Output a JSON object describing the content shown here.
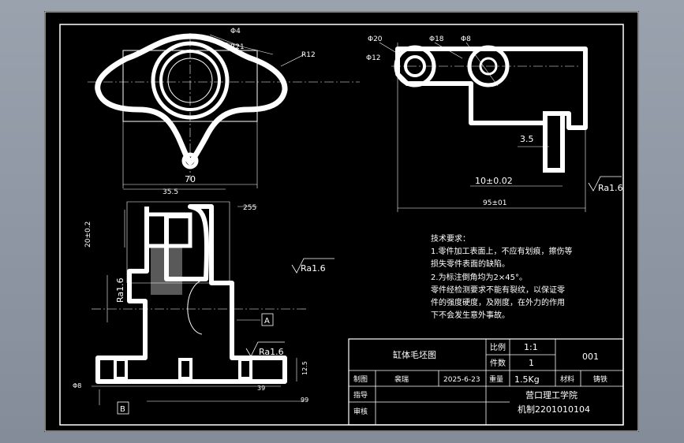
{
  "dims": {
    "phi4": "Φ4",
    "r21": "R21",
    "r12": "R12",
    "w70": "70",
    "d20": "Φ20",
    "d18": "Φ18",
    "d8": "Φ8",
    "d12": "Φ12",
    "d35": "3.5",
    "tol": "10±0.02",
    "len95": "95±01",
    "d355": "35.5",
    "d255": "255",
    "h20": "20±0.2",
    "d8b": "Φ8",
    "d39": "39",
    "d99": "99",
    "d125": "12.5"
  },
  "roughness": {
    "r1": "Ra1.6",
    "r2": "Ra1.6",
    "r3": "Ra1.6"
  },
  "datums": {
    "a": "A",
    "b": "B"
  },
  "notes": {
    "title": "技术要求：",
    "n1a": "1.零件加工表面上，不应有划痕，擦伤等",
    "n1b": "损失零件表面的缺陷。",
    "n2": "2.为标注倒角均为2×45°。",
    "n3a": "零件经检测要求不能有裂纹，以保证零",
    "n3b": "件的强度硬度，及刚度，在外力的作用",
    "n3c": "下不会发生意外事故。"
  },
  "titleblock": {
    "part_name": "缸体毛坯图",
    "scale_label": "比例",
    "scale_value": "1:1",
    "qty_label": "件数",
    "qty_value": "1",
    "drawing_no": "001",
    "drawn_label": "制图",
    "drawn_name": "裴瑞",
    "date": "2025-6-23",
    "weight_label": "重量",
    "weight_value": "1.5Kg",
    "material_label": "材料",
    "material_value": "铸铁",
    "checker_label": "指导",
    "reviewer_label": "审核",
    "school": "营口理工学院",
    "class_id": "机制2201010104"
  }
}
